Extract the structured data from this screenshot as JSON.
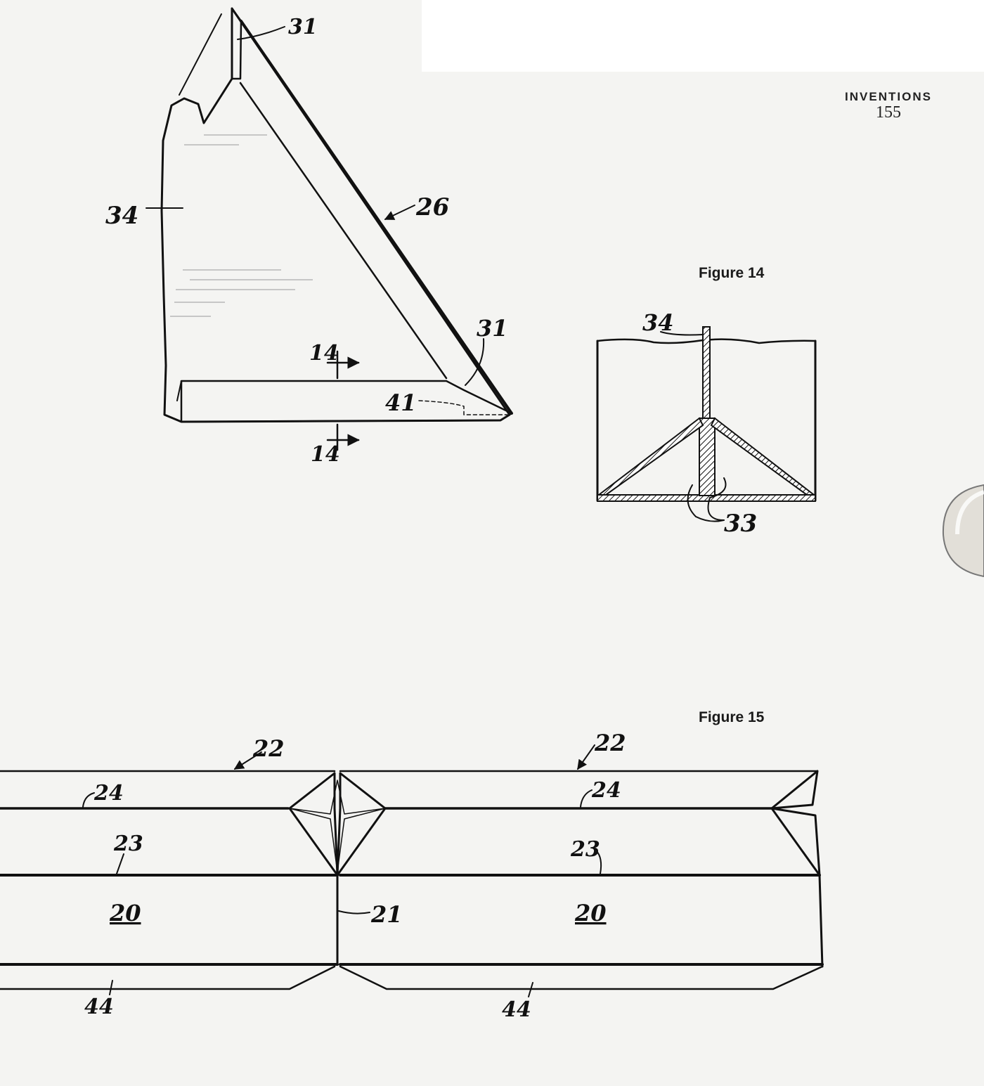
{
  "header": {
    "section": "INVENTIONS",
    "page_number": "155"
  },
  "figure_top": {
    "refs": {
      "r31_top": "31",
      "r34": "34",
      "r26": "26",
      "r31_bottom": "31",
      "r14_top": "14",
      "r41": "41",
      "r14_bottom": "14"
    }
  },
  "figure14": {
    "caption": "Figure 14",
    "refs": {
      "r34": "34",
      "r33": "33"
    }
  },
  "figure15": {
    "caption": "Figure 15",
    "refs": {
      "r22_left": "22",
      "r22_right": "22",
      "r24_left": "24",
      "r24_right": "24",
      "r23_left": "23",
      "r23_right": "23",
      "r20_left": "20",
      "r20_right": "20",
      "r21": "21",
      "r44_left": "44",
      "r44_right": "44"
    }
  },
  "colors": {
    "ink": "#111111",
    "paper": "#f4f4f2",
    "patch": "#ffffff",
    "thumb": "#e2dfd8"
  }
}
